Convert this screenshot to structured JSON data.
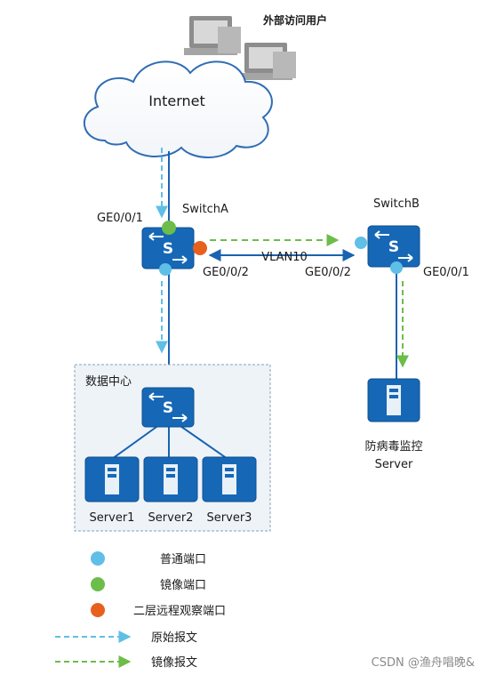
{
  "colors": {
    "device_blue": "#1668b6",
    "device_dark": "#0d4f8e",
    "link_blue": "#1a63b0",
    "normal_port": "#5fbfe6",
    "mirror_port": "#6cbd4a",
    "remote_port": "#e8601e",
    "original_packet": "#5fbfe6",
    "mirror_packet": "#6cbd4a",
    "datacenter_bg": "#eef3f8",
    "datacenter_border": "#8aa0b8"
  },
  "external_users": {
    "label": "外部访问用户",
    "icon": "desktop-computer-icon"
  },
  "internet": {
    "label": "Internet",
    "icon": "cloud-icon"
  },
  "switch_a": {
    "label": "SwitchA",
    "port_up": "GE0/0/1",
    "port_right": "GE0/0/2",
    "icon": "switch-icon"
  },
  "switch_b": {
    "label": "SwitchB",
    "port_left": "GE0/0/2",
    "port_right": "GE0/0/1",
    "icon": "switch-icon"
  },
  "vlan_label": "VLAN10",
  "datacenter": {
    "label": "数据中心",
    "servers": [
      "Server1",
      "Server2",
      "Server3"
    ]
  },
  "antivirus_server": {
    "line1": "防病毒监控",
    "line2": "Server",
    "icon": "server-icon"
  },
  "legend": {
    "normal_port": "普通端口",
    "mirror_port": "镜像端口",
    "remote_port": "二层远程观察端口",
    "original_packet": "原始报文",
    "mirror_packet": "镜像报文"
  },
  "watermark": "CSDN @渔舟唱晚&"
}
